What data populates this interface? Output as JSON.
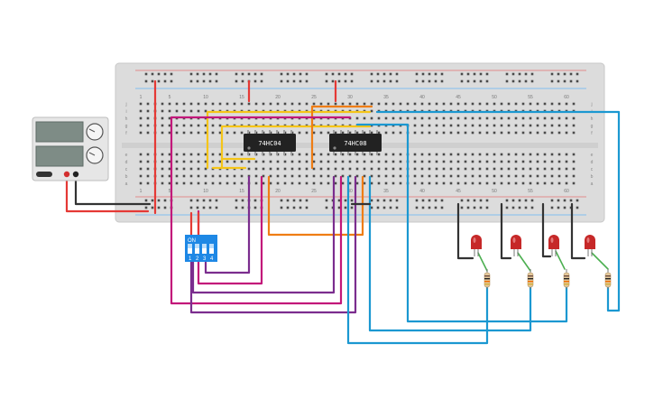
{
  "canvas": {
    "background": "#ffffff"
  },
  "breadboard": {
    "color": "#dcdcdc",
    "hole_color": "#4a4a4a",
    "column_numbers_top": [
      "1",
      "5",
      "10",
      "15",
      "20",
      "25",
      "30",
      "35",
      "40",
      "45",
      "50",
      "55",
      "60"
    ],
    "column_numbers_bottom": [
      "1",
      "5",
      "10",
      "15",
      "20",
      "25",
      "30",
      "35",
      "40",
      "45",
      "50",
      "55",
      "60"
    ],
    "row_letters_top": [
      "j",
      "i",
      "h",
      "g",
      "f"
    ],
    "row_letters_bottom": [
      "e",
      "d",
      "c",
      "b",
      "a"
    ]
  },
  "chips": [
    {
      "label": "74HC04",
      "pins_per_side": 7
    },
    {
      "label": "74HC08",
      "pins_per_side": 7
    }
  ],
  "power_supply": {
    "body_color": "#e6e6e6",
    "display_color": "#7e8c86",
    "knob_labels": [
      "",
      ""
    ],
    "terminal_colors": [
      "#d32f2f",
      "#222222"
    ]
  },
  "dip_switch": {
    "on_label": "ON",
    "switch_numbers": [
      "1",
      "2",
      "3",
      "4"
    ],
    "color": "#1e88e5"
  },
  "leds": {
    "count": 4,
    "color": "#c62828"
  },
  "resistors": {
    "count": 4
  },
  "wire_colors": {
    "red": "#e53935",
    "black": "#333333",
    "yellow": "#f5c518",
    "orange": "#ef7d14",
    "purple": "#7b2d8e",
    "magenta": "#c2187a",
    "blue": "#1b98d1",
    "green": "#4caf50"
  }
}
